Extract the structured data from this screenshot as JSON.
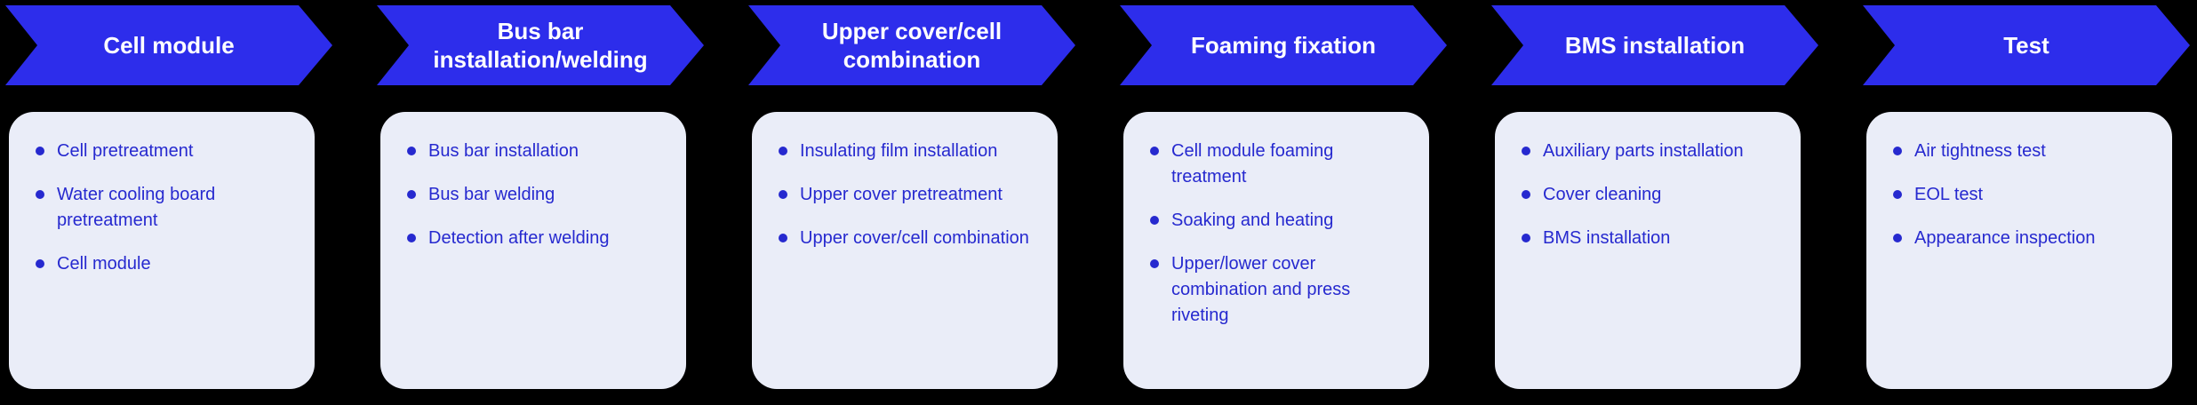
{
  "colors": {
    "background": "#000000",
    "arrow": "#2d2deb",
    "card": "#eaedf8",
    "text": "#2629cf",
    "header_text": "#ffffff"
  },
  "stages": [
    {
      "title": "Cell module",
      "items": [
        "Cell pretreatment",
        "Water cooling board pretreatment",
        "Cell module"
      ]
    },
    {
      "title": "Bus bar installation/welding",
      "items": [
        "Bus bar installation",
        "Bus bar welding",
        "Detection after welding"
      ]
    },
    {
      "title": "Upper cover/cell combination",
      "items": [
        "Insulating film installation",
        "Upper cover pretreatment",
        "Upper cover/cell combination"
      ]
    },
    {
      "title": "Foaming fixation",
      "items": [
        "Cell module foaming treatment",
        "Soaking and heating",
        "Upper/lower cover combination and press riveting"
      ]
    },
    {
      "title": "BMS installation",
      "items": [
        "Auxiliary parts installation",
        "Cover cleaning",
        "BMS installation"
      ]
    },
    {
      "title": "Test",
      "items": [
        "Air tightness test",
        "EOL test",
        "Appearance inspection"
      ]
    }
  ]
}
